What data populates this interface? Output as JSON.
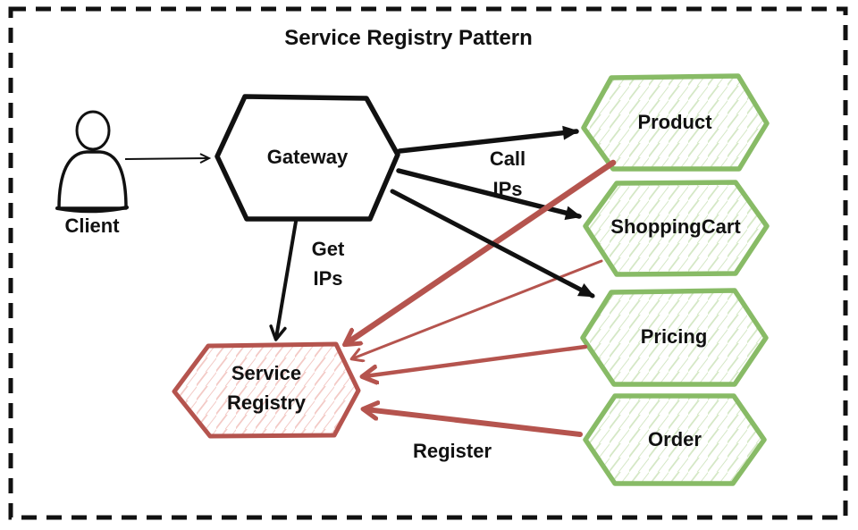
{
  "title": "Service Registry Pattern",
  "nodes": {
    "client": {
      "label": "Client"
    },
    "gateway": {
      "label": "Gateway"
    },
    "product": {
      "label": "Product"
    },
    "shopping_cart": {
      "label": "ShoppingCart"
    },
    "pricing": {
      "label": "Pricing"
    },
    "order": {
      "label": "Order"
    },
    "service_registry": {
      "line1": "Service",
      "line2": "Registry"
    }
  },
  "edge_labels": {
    "call_ips": {
      "line1": "Call",
      "line2": "IPs"
    },
    "get_ips": {
      "line1": "Get",
      "line2": "IPs"
    },
    "register": "Register"
  },
  "colors": {
    "ink_black": "#111111",
    "service_green": "#88bb66",
    "service_green_hatch": "#d5e8c6",
    "registry_red": "#b5544e",
    "registry_red_hatch": "#f3cac6"
  }
}
